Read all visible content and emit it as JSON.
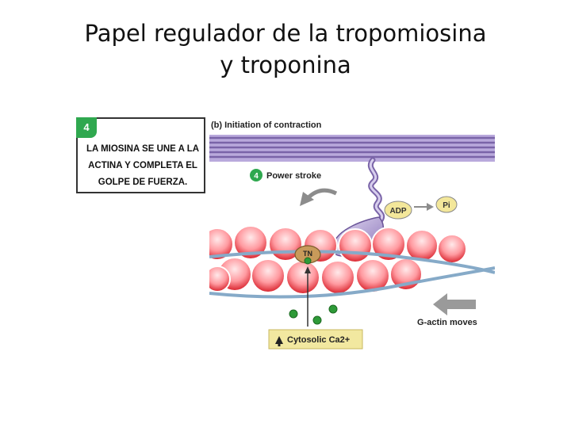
{
  "title": {
    "line1": "Papel regulador de la tropomiosina",
    "line2": "y troponina"
  },
  "step": {
    "number": "4",
    "description": "LA MIOSINA SE UNE A LA ACTINA Y COMPLETA EL GOLPE DE FUERZA."
  },
  "diagram": {
    "heading": "(b) Initiation of contraction",
    "power_stroke_number": "4",
    "power_stroke_label": "Power stroke",
    "adp_label": "ADP",
    "pi_label": "Pi",
    "tn_label": "TN",
    "g_actin_label": "G-actin moves",
    "cytosolic_label": "Cytosolic Ca2+"
  },
  "colors": {
    "thick_filament": "#8a74b8",
    "myosin_head": "#9a86c6",
    "actin": "#e0303a",
    "tropomyosin": "#86aac8",
    "troponin": "#c89a5a",
    "calcium": "#2e9a38",
    "step_badge": "#2fa84f",
    "label_box": "#f2e8a0",
    "adp_fill": "#f3e79a",
    "arrow_gray": "#8c8c8c"
  }
}
